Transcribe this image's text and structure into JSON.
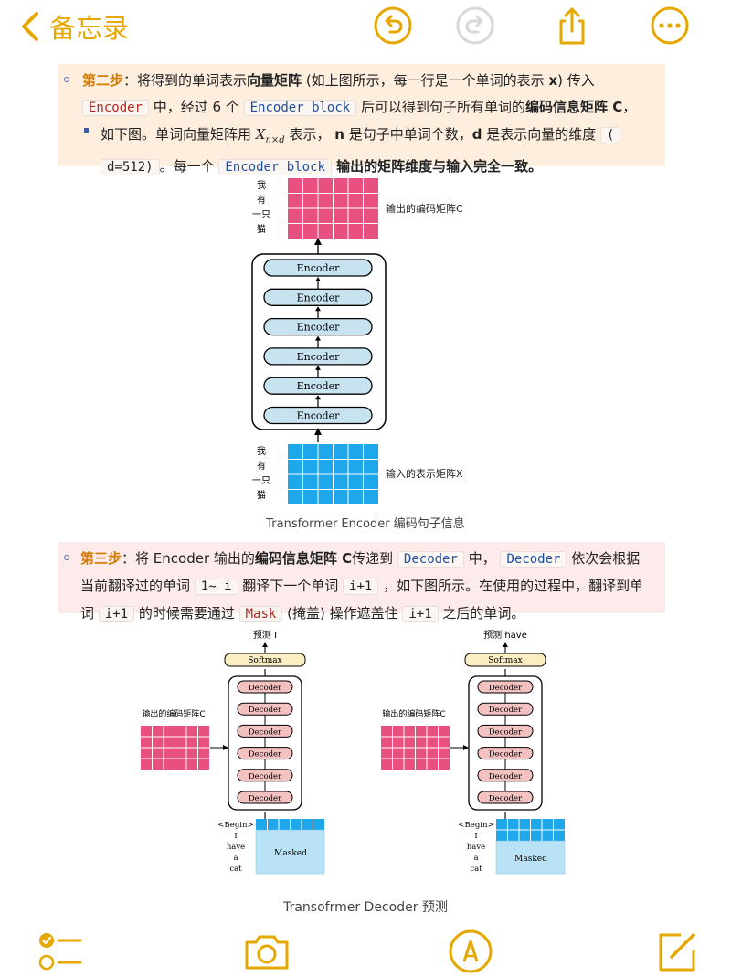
{
  "toolbar": {
    "back_label": "备忘录",
    "icons": [
      "chevron-left-icon",
      "undo-icon",
      "redo-icon",
      "share-icon",
      "more-icon"
    ],
    "accent_color": "#e6a800"
  },
  "callout1": {
    "step": "第二步",
    "t1": "：将得到的单词表示",
    "t2": "向量矩阵",
    "t3": " (如上图所示，每一行是一个单词的表示 ",
    "t4": "x",
    "t5": ") 传入",
    "code_encoder": "Encoder",
    "t6": " 中，经过 6 个 ",
    "code_block": "Encoder block",
    "t7": " 后可以得到句子所有单词的",
    "t8": "编码信息矩阵 C",
    "t9": "，",
    "t10": "如下图。单词向量矩阵用 ",
    "math": "X",
    "math_sub": "n×d",
    "t11": " 表示， ",
    "t12": "n",
    "t13": " 是句子中单词个数，",
    "t14": "d",
    "t15": " 是表示向量的维度 ",
    "code_paren": "(",
    "code_d": "d=512)",
    "t16": "。每一个 ",
    "code_block2": "Encoder block",
    "t17": " 输出的矩阵维度与输入完全一致。"
  },
  "encoder_figure": {
    "top_words": [
      "我",
      "有",
      "一只",
      "猫"
    ],
    "top_label": "输出的编码矩阵C",
    "blocks": [
      "Encoder",
      "Encoder",
      "Encoder",
      "Encoder",
      "Encoder",
      "Encoder"
    ],
    "bottom_words": [
      "我",
      "有",
      "一只",
      "猫"
    ],
    "bottom_label": "输入的表示矩阵X",
    "caption": "Transformer Encoder 编码句子信息",
    "pink": "#e8507f",
    "blue": "#1ea7ea"
  },
  "callout2": {
    "step": "第三步",
    "t1": "：将 Encoder 输出的",
    "t2": "编码信息矩阵 C",
    "t3": "传递到 ",
    "code_decoder": "Decoder",
    "t4": " 中， ",
    "code_decoder2": "Decoder",
    "t5": " 依次会根据",
    "t6": "当前翻译过的单词 ",
    "code_range": "1~ i",
    "t7": " 翻译下一个单词 ",
    "code_i1": "i+1",
    "t8": " ，如下图所示。在使用的过程中，翻译到单",
    "t9": "词 ",
    "code_i1b": "i+1",
    "t10": " 的时候需要通过 ",
    "code_mask": "Mask",
    "t11": " (掩盖) 操作遮盖住 ",
    "code_i1c": "i+1",
    "t12": " 之后的单词。"
  },
  "decoder_figure": {
    "left": {
      "predict": "预测  I",
      "softmax": "Softmax",
      "blocks": [
        "Decoder",
        "Decoder",
        "Decoder",
        "Decoder",
        "Decoder",
        "Decoder"
      ],
      "matrix_label": "输出的编码矩阵C",
      "inputs": [
        "<Begin>",
        "I",
        "have",
        "a",
        "cat"
      ],
      "masked": "Masked"
    },
    "right": {
      "predict": "预测  have",
      "softmax": "Softmax",
      "blocks": [
        "Decoder",
        "Decoder",
        "Decoder",
        "Decoder",
        "Decoder",
        "Decoder"
      ],
      "matrix_label": "输出的编码矩阵C",
      "inputs": [
        "<Begin>",
        "I",
        "have",
        "a",
        "cat"
      ],
      "masked": "Masked"
    },
    "caption": "Transofrmer Decoder 预测"
  },
  "bottombar": {
    "icons": [
      "checklist-icon",
      "camera-icon",
      "markup-pen-icon",
      "compose-icon"
    ]
  }
}
